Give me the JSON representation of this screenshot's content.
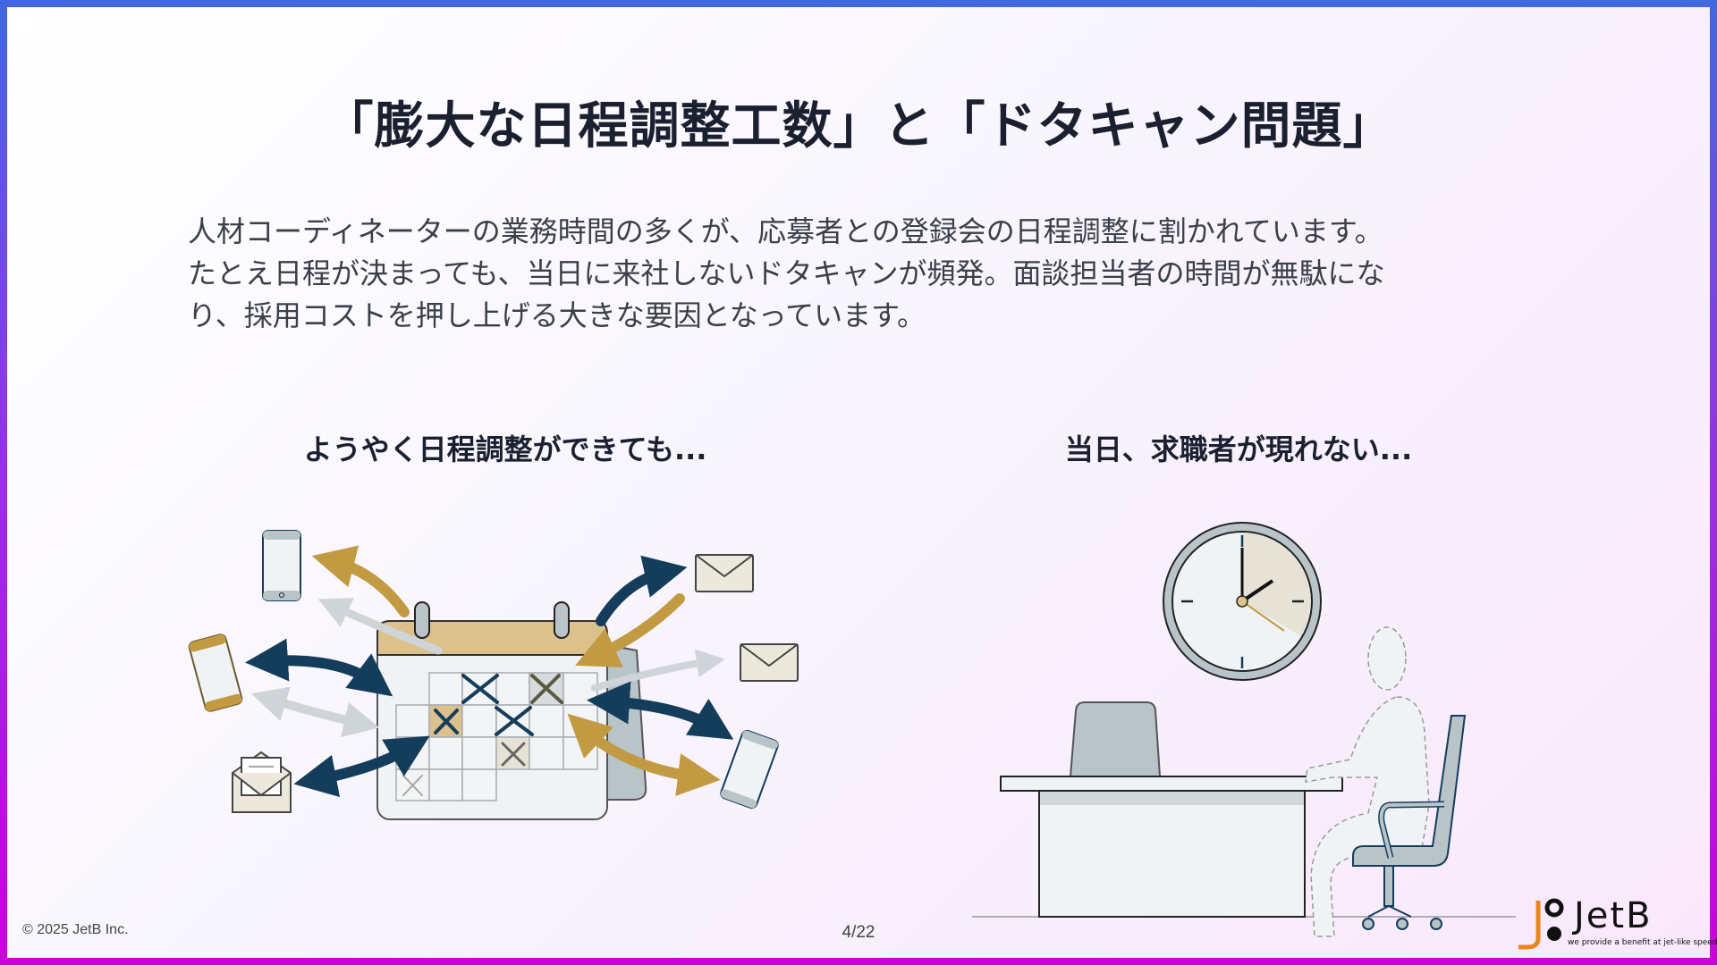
{
  "slide": {
    "title": "「膨大な日程調整工数」と「ドタキャン問題」",
    "paragraph_lines": [
      "人材コーディネーターの業務時間の多くが、応募者との登録会の日程調整に割かれています。",
      "たとえ日程が決まっても、当日に来社しないドタキャンが頻発。面談担当者の時間が無駄にな",
      "り、採用コストを押し上げる大きな要因となっています。"
    ],
    "left_heading": "ようやく日程調整ができても...",
    "right_heading": "当日、求職者が現れない...",
    "left_illustration_icons": [
      "calendar-icon",
      "smartphone-icon",
      "envelope-icon",
      "arrow-icon"
    ],
    "right_illustration_icons": [
      "clock-icon",
      "desk-icon",
      "office-chair-icon",
      "absent-person-icon"
    ]
  },
  "footer": {
    "copyright": "© 2025 JetB Inc.",
    "page_number": "4/22"
  },
  "logo": {
    "name": "JetB",
    "tagline": "we provide a benefit at jet-like speed"
  },
  "colors": {
    "navy": "#143d5c",
    "gold": "#c29a42",
    "tan": "#dcc18c",
    "gray": "#b9c4c9",
    "border_top": "#4169e1",
    "border_bottom": "#cc00dd",
    "logo_orange": "#e8861a"
  }
}
